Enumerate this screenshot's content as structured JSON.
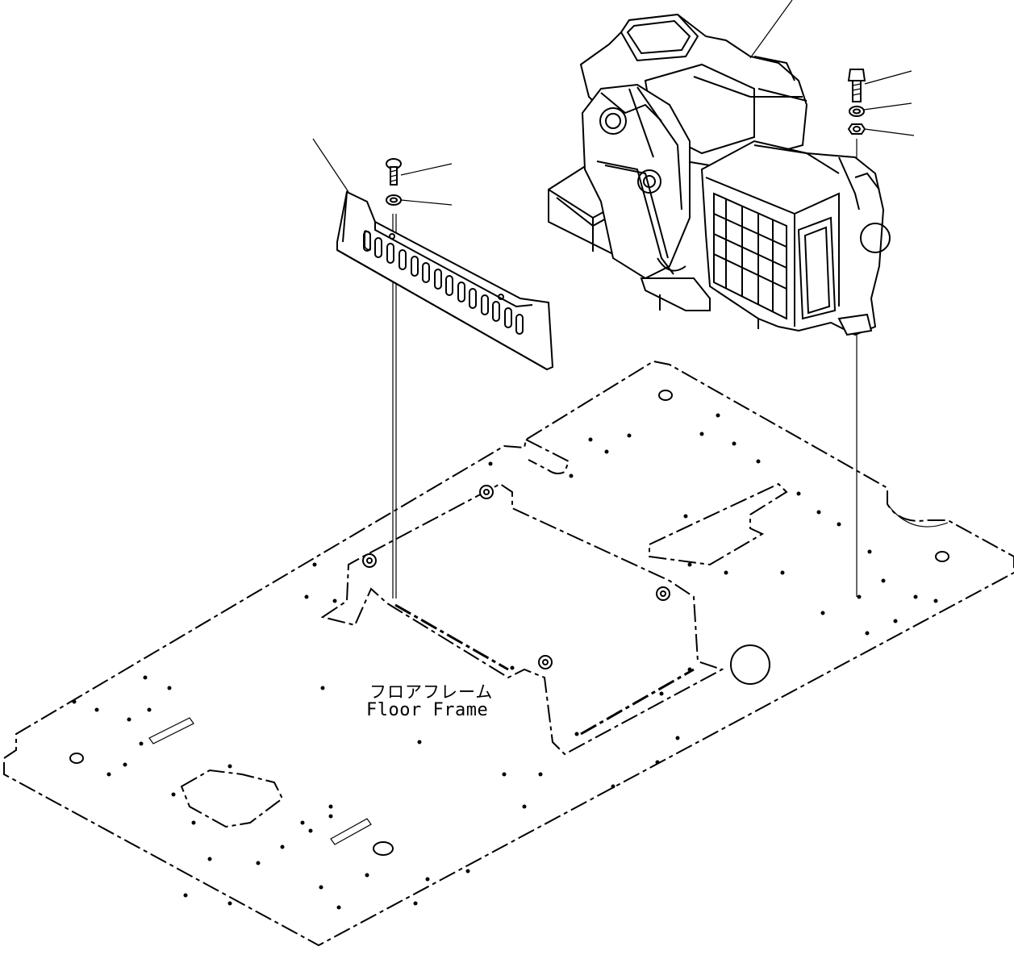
{
  "floor_frame": {
    "label_jp": "フロアフレーム",
    "label_en": "Floor Frame"
  },
  "icons": {
    "heater_unit": "ac-heater-unit-drawing",
    "cover_panel": "vented-cover-panel-drawing",
    "bolt": "bolt-icon",
    "washer": "washer-icon",
    "nut": "nut-icon"
  }
}
